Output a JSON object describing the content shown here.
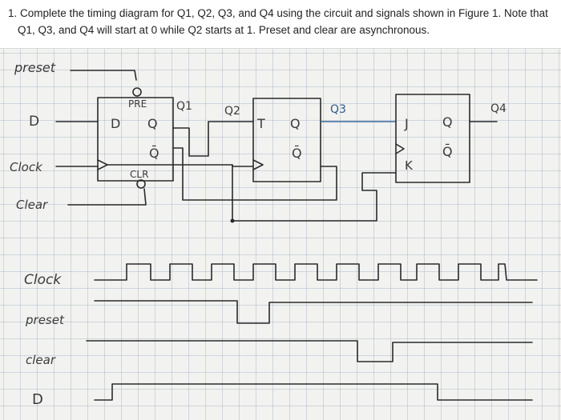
{
  "question": {
    "line1": "1. Complete the timing diagram for Q1, Q2, Q3, and Q4 using the circuit and signals shown in Figure 1.  Note that",
    "line2": "Q1, Q3, and Q4 will start at 0 while Q2 starts at 1.  Preset and clear are asynchronous."
  },
  "circuit": {
    "inputs": {
      "preset": "preset",
      "d": "D",
      "clock": "Clock",
      "clear": "Clear"
    },
    "ff1": {
      "pre": "PRE",
      "clr": "CLR",
      "d": "D",
      "q": "Q",
      "qbar": "Q̄"
    },
    "ff2": {
      "t": "T",
      "q": "Q",
      "qbar": "Q̄"
    },
    "ff3": {
      "j": "J",
      "k": "K",
      "q": "Q",
      "qbar": "Q̄"
    },
    "outputs": {
      "q1": "Q1",
      "q2": "Q2",
      "q3": "Q3",
      "q4": "Q4"
    }
  },
  "timing": {
    "labels": {
      "clock": "Clock",
      "preset": "preset",
      "clear": "clear",
      "d": "D"
    },
    "clock_pulses": 10,
    "preset_low_pulse_index": 3,
    "clear_low_pulse_index": 7,
    "d_rises_after_pulse": 0,
    "d_falls_after_pulse": 8
  },
  "colors": {
    "ink": "#2a2a2a",
    "blue_ink": "#3a6aa0",
    "grid": "#8ca0c0"
  }
}
